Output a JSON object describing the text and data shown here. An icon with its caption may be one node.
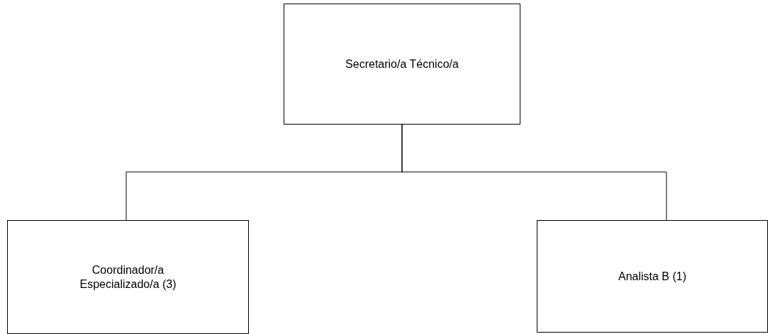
{
  "diagram": {
    "nodes": [
      {
        "text": [
          "Secretario/a Técnico/a"
        ]
      },
      {
        "text": [
          "Coordinador/a Especializado/a (3)"
        ]
      },
      {
        "text": [
          "Analista B (1)"
        ]
      }
    ],
    "edges": [
      {
        "from": 0,
        "to": 1,
        "arrow": "none"
      },
      {
        "from": 0,
        "to": 2,
        "arrow": "none"
      }
    ]
  }
}
